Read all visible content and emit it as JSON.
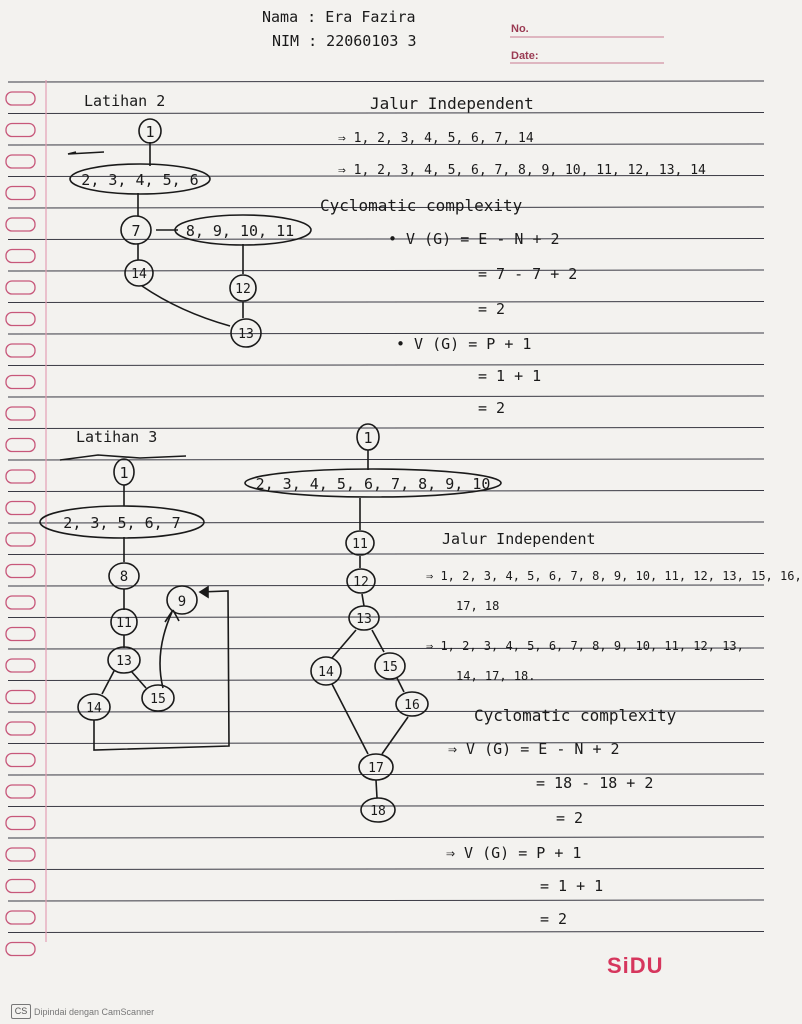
{
  "header": {
    "name_line": "Nama : Era Fazira",
    "nim_line": "NIM : 22060103 3",
    "no_label": "No.",
    "date_label": "Date:"
  },
  "latihan2": {
    "heading": "Latihan 2",
    "nodes": [
      "1",
      "2, 3, 4, 5, 6",
      "7",
      "8, 9, 10, 11",
      "14",
      "12",
      "13"
    ],
    "jalur_title": "Jalur Independent",
    "jalur": [
      "⇒ 1, 2, 3, 4, 5, 6, 7, 14",
      "⇒ 1, 2, 3, 4, 5, 6, 7, 8, 9, 10, 11, 12, 13, 14"
    ],
    "cc_title": "Cyclomatic complexity",
    "cc_lines": [
      "• V (G) = E - N + 2",
      "= 7 - 7 + 2",
      "= 2",
      "• V (G) = P + 1",
      "= 1 + 1",
      "= 2"
    ]
  },
  "latihan3": {
    "heading": "Latihan 3",
    "left_nodes": [
      "1",
      "2, 3, 5, 6, 7",
      "8",
      "9",
      "11",
      "13",
      "14",
      "15"
    ],
    "right_nodes": [
      "1",
      "2, 3, 4, 5, 6, 7, 8, 9, 10",
      "11",
      "12",
      "13",
      "14",
      "15",
      "16",
      "17",
      "18"
    ],
    "jalur_title": "Jalur Independent",
    "jalur": [
      "⇒ 1, 2, 3, 4, 5, 6, 7, 8, 9, 10, 11, 12, 13, 15, 16,",
      "17, 18",
      "⇒ 1, 2, 3, 4, 5, 6, 7, 8, 9, 10, 11, 12, 13,",
      "14, 17, 18."
    ],
    "cc_title": "Cyclomatic complexity",
    "cc_lines": [
      "⇒ V (G) = E - N + 2",
      "= 18 - 18 + 2",
      "= 2",
      "⇒ V (G) = P + 1",
      "= 1 + 1",
      "= 2"
    ]
  },
  "brand": "SiDU",
  "footer": {
    "badge": "CS",
    "scanner_text": "Dipindai dengan CamScanner"
  },
  "colors": {
    "paper": "#f3f2ef",
    "rule_line": "#3a3a44",
    "margin_line": "#e3a0b4",
    "ink": "#1a1a1a",
    "brand": "#d6365d"
  }
}
